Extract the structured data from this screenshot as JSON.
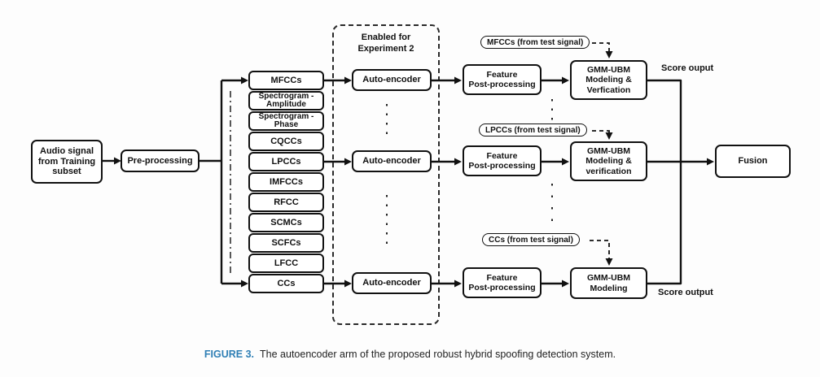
{
  "figure": {
    "caption_label": "FIGURE 3.",
    "caption_text": "The autoencoder arm of the proposed robust hybrid spoofing detection system."
  },
  "diagram": {
    "source": "Audio signal\nfrom Training\nsubset",
    "preprocessing": "Pre-processing",
    "features": [
      "MFCCs",
      "Spectrogram -\nAmplitude",
      "Spectrogram -\nPhase",
      "CQCCs",
      "LPCCs",
      "IMFCCs",
      "RFCC",
      "SCMCs",
      "SCFCs",
      "LFCC",
      "CCs"
    ],
    "group_label": "Enabled for\nExperiment 2",
    "rows": [
      {
        "autoencoder": "Auto-encoder",
        "post_processing": "Feature\nPost-processing",
        "pill": "MFCCs (from test signal)",
        "gmm": "GMM-UBM\nModeling &\nVerfication",
        "score": "Score ouput"
      },
      {
        "autoencoder": "Auto-encoder",
        "post_processing": "Feature\nPost-processing",
        "pill": "LPCCs (from test signal)",
        "gmm": "GMM-UBM\nModeling &\nverification"
      },
      {
        "autoencoder": "Auto-encoder",
        "post_processing": "Feature\nPost-processing",
        "pill": "CCs (from test signal)",
        "gmm": "GMM-UBM\nModeling",
        "score": "Score output"
      }
    ],
    "fusion": "Fusion"
  },
  "colors": {
    "line": "#111111",
    "caption_label": "#2f7fb5"
  }
}
